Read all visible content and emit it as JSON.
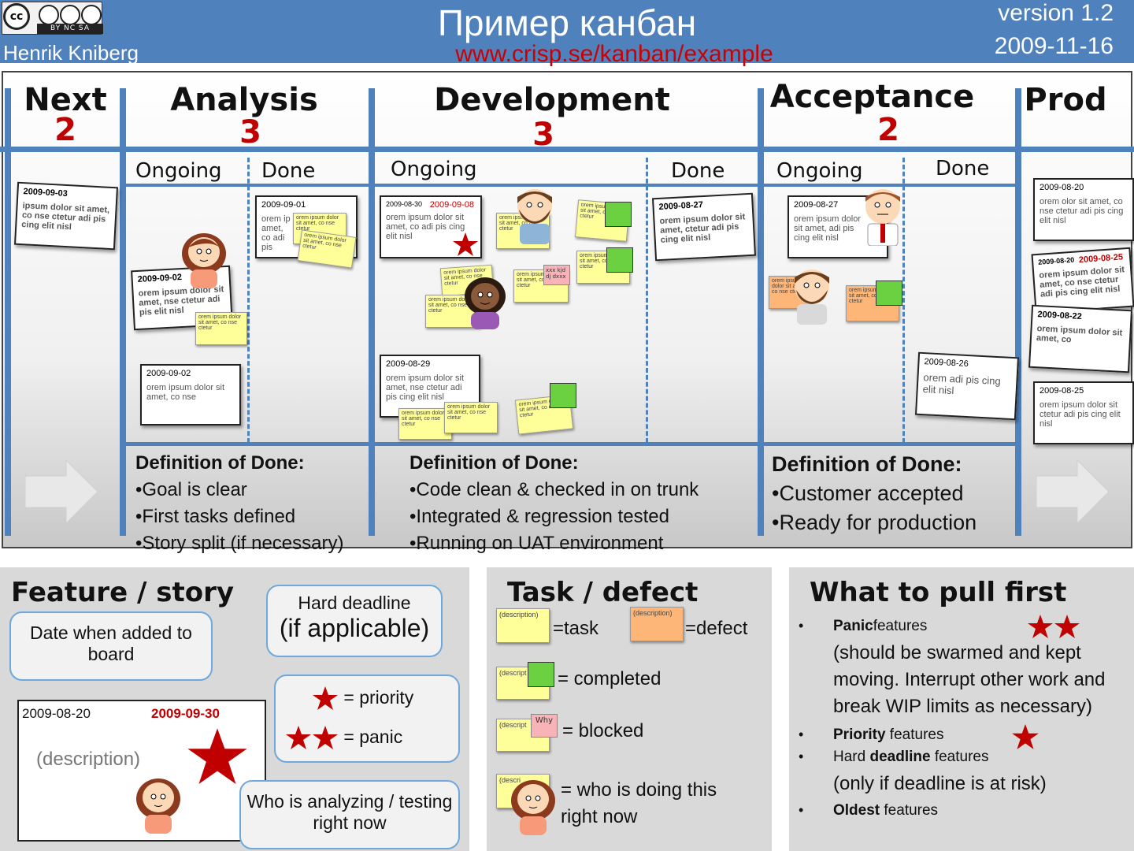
{
  "header": {
    "title": "Пример канбан",
    "author": "Henrik Kniberg",
    "url": "www.crisp.se/kanban/example",
    "version": "version 1.2",
    "date": "2009-11-16",
    "license_badge": "BY NC SA",
    "license_symbol": "cc",
    "colors": {
      "header_bg": "#4f81bd",
      "url": "#cc0000"
    }
  },
  "columns": [
    {
      "name": "Next",
      "wip": "2"
    },
    {
      "name": "Analysis",
      "wip": "3"
    },
    {
      "name": "Development",
      "wip": "3"
    },
    {
      "name": "Acceptance",
      "wip": "2"
    },
    {
      "name": "Prod",
      "wip": ""
    }
  ],
  "subcolumns": {
    "ongoing": "Ongoing",
    "done": "Done"
  },
  "cards": {
    "next1": {
      "date": "2009-09-03",
      "text": "ipsum dolor sit amet, co nse ctetur adi pis cing elit nisl"
    },
    "an1": {
      "date": "2009-09-02",
      "text": "orem ipsum dolor sit amet, nse ctetur adi pis elit nisl"
    },
    "an2": {
      "date": "2009-09-02",
      "text": "orem ipsum dolor sit amet, co nse"
    },
    "an3": {
      "date": "2009-09-01",
      "text": "orem ip amet, co adi pis"
    },
    "dev1": {
      "date": "2009-08-30",
      "deadline": "2009-09-08",
      "text": "orem ipsum dolor sit amet, co adi pis cing elit nisl"
    },
    "dev2": {
      "date": "2009-08-29",
      "text": "orem ipsum dolor sit amet, nse ctetur adi pis cing elit nisl"
    },
    "dev3": {
      "date": "2009-08-27",
      "text": "orem ipsum dolor sit amet, ctetur adi pis cing elit nisl"
    },
    "acc1": {
      "date": "2009-08-27",
      "text": "orem ipsum dolor sit amet, adi pis cing elit nisl"
    },
    "acc2": {
      "date": "2009-08-26",
      "text": "orem adi pis cing elit nisl"
    },
    "prod1": {
      "date": "2009-08-20",
      "text": "orem olor sit amet, co nse ctetur adi pis cing elit nisl"
    },
    "prod2": {
      "date": "2009-08-20",
      "deadline": "2009-08-25",
      "text": "orem ipsum dolor sit amet, co nse ctetur adi pis cing elit nisl"
    },
    "prod3": {
      "date": "2009-08-22",
      "text": "orem ipsum dolor sit amet, co"
    },
    "prod4": {
      "date": "2009-08-25",
      "text": "orem ipsum dolor sit ctetur adi pis cing elit nisl"
    }
  },
  "stickies": {
    "generic": "orem ipsum dolor sit amet, co nse ctetur",
    "blocked": "xxx kjd dj dxxx"
  },
  "dod": {
    "heading": "Definition of Done:",
    "analysis": [
      "Goal is clear",
      "First tasks defined",
      "Story split (if necessary)"
    ],
    "development": [
      "Code clean & checked in on trunk",
      "Integrated & regression tested",
      "Running on UAT environment"
    ],
    "acceptance": [
      "•Customer accepted",
      "•Ready for production"
    ]
  },
  "legend": {
    "feature": {
      "title": "Feature / story",
      "bubble_date": "Date when added to board",
      "bubble_deadline_1": "Hard deadline",
      "bubble_deadline_2": "(if applicable)",
      "priority": "= priority",
      "panic": "= panic",
      "bubble_who": "Who is analyzing / testing right now",
      "card_date": "2009-08-20",
      "card_deadline": "2009-09-30",
      "card_desc": "(description)"
    },
    "task": {
      "title": "Task / defect",
      "desc": "(description)",
      "desc_short": "(descript",
      "desc_short2": "(descri",
      "task": "=task",
      "defect": "=defect",
      "completed": "= completed",
      "blocked": "= blocked",
      "why": "Why",
      "who_1": "= who is doing this",
      "who_2": "right now"
    },
    "pull": {
      "title": "What to pull first",
      "panic_bold": "Panic",
      "panic_rest": "features",
      "panic_note": "(should be swarmed and kept moving. Interrupt other work and break WIP limits as necessary)",
      "priority_bold": "Priority",
      "priority_rest": " features",
      "deadline_pre": "Hard ",
      "deadline_bold": "deadline",
      "deadline_rest": " features",
      "deadline_note": "(only if deadline is at risk)",
      "oldest_bold": "Oldest",
      "oldest_rest": " features",
      "bullet": "•"
    }
  }
}
